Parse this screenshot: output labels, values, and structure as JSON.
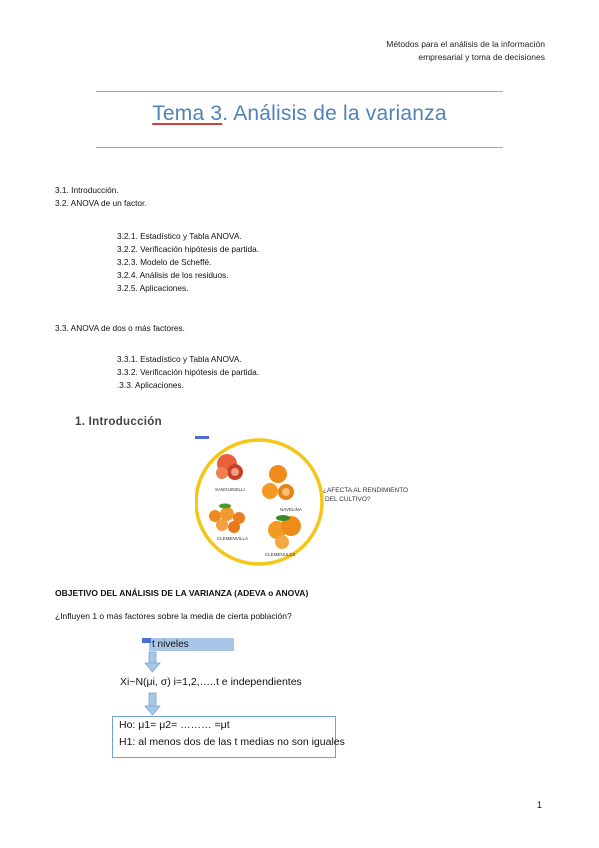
{
  "header": {
    "line1": "Métodos para el análisis de la información",
    "line2": "empresarial y toma de decisiones"
  },
  "title": {
    "tema": "Tema 3",
    "rest": ". Análisis de la varianza"
  },
  "toc": {
    "items_top": [
      "3.1. Introducción.",
      "3.2. ANOVA de un factor."
    ],
    "sub_32": [
      "3.2.1. Estadístico y Tabla ANOVA.",
      "3.2.2. Verificación hipótesis de partida.",
      "3.2.3. Modelo de Scheffé.",
      "3.2.4. Análisis de los residuos.",
      "3.2.5. Aplicaciones."
    ],
    "item_33": "3.3. ANOVA de dos o más factores.",
    "sub_33": [
      "3.3.1. Estadístico y Tabla ANOVA.",
      "3.3.2. Verificación hipótesis de partida.",
      ".3.3. Aplicaciones."
    ]
  },
  "section1": "1.  Introducción",
  "figure": {
    "labels": [
      "SANGUINELLI",
      "NAVELINA",
      "CLEMENVILLA",
      "CLEMENULES"
    ],
    "question_line1": "¿AFECTA AL RENDIMIENTO",
    "question_line2": "DEL CULTIVO?"
  },
  "objetivo": "OBJETIVO DEL ANÁLISIS DE LA VARIANZA (ADEVA o ANOVA)",
  "question": "¿Influyen 1 o más factores sobre la media de cierta población?",
  "diagram": {
    "niveles": "t niveles",
    "model": "Xi~N(μi, σ)     i=1,2,…..t    e independientes",
    "h0": "Ho:  μ1= μ2= ……… =μt",
    "h1": "H1: al menos dos de las t medias no son iguales"
  },
  "page_number": "1",
  "colors": {
    "title": "#4f81bd",
    "rule": "#8eaadb",
    "box": "#6fa0d8",
    "highlight": "#a8c7e6",
    "circle": "#f5c518"
  }
}
